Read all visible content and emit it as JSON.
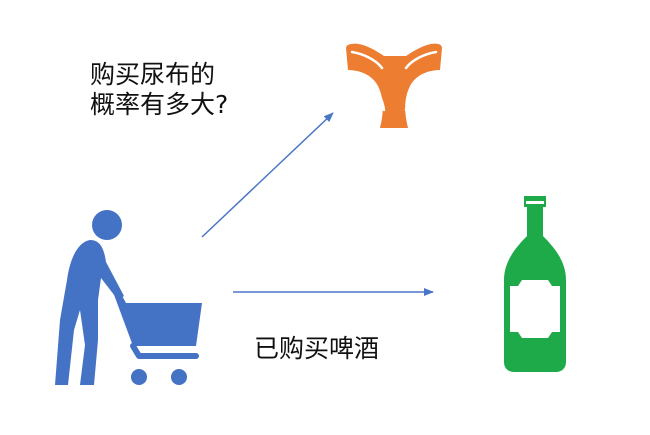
{
  "colors": {
    "shopper": "#4472c4",
    "diaper": "#ed7d31",
    "bottle": "#1faa4a",
    "arrow": "#4a76c6",
    "text": "#111111"
  },
  "icons": {
    "shopper": "shopper-with-cart-icon",
    "diaper": "diaper-icon",
    "bottle": "beer-bottle-icon"
  },
  "labels": {
    "question_line1": "购买尿布的",
    "question_line2": "概率有多大?",
    "bought_beer": "已购买啤酒"
  }
}
